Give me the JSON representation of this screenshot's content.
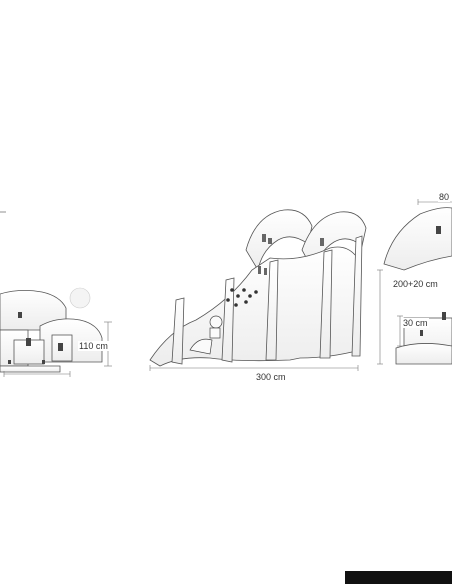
{
  "figure": {
    "subject": "slide-with-stairs-dimension-drawing",
    "line_color": "#3a3a3a",
    "fill_color": "#f7f7f7"
  },
  "dimensions": {
    "left_height": "110 cm",
    "bottom_length": "300 cm",
    "right_width": "80",
    "right_length": "200+20 cm",
    "right_small": "30 cm"
  }
}
